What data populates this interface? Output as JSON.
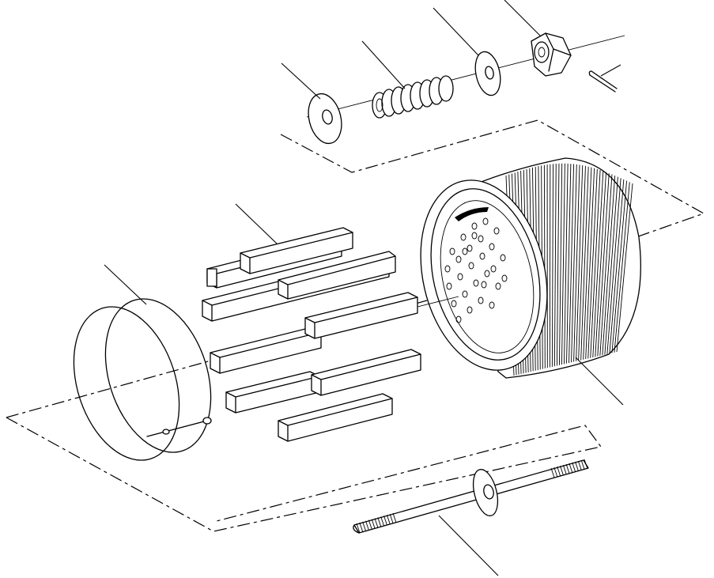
{
  "diagram": {
    "title": "",
    "colors": {
      "ink": "#000000",
      "paper": "#ffffff"
    },
    "parts": [
      {
        "name": "cotter-pin"
      },
      {
        "name": "nut"
      },
      {
        "name": "washer-right"
      },
      {
        "name": "spring"
      },
      {
        "name": "washer-left"
      },
      {
        "name": "filter-element"
      },
      {
        "name": "magnet-bars"
      },
      {
        "name": "retaining-band"
      },
      {
        "name": "tie-rod"
      }
    ]
  }
}
